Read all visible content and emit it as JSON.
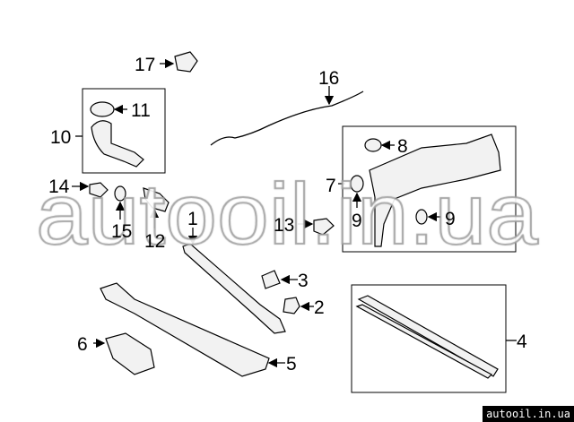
{
  "callouts": [
    "17",
    "11",
    "10",
    "16",
    "8",
    "7",
    "9",
    "9",
    "14",
    "15",
    "12",
    "1",
    "13",
    "3",
    "2",
    "4",
    "6",
    "5"
  ],
  "watermark": "autooil.in.ua",
  "badge": "autooil.in.ua"
}
